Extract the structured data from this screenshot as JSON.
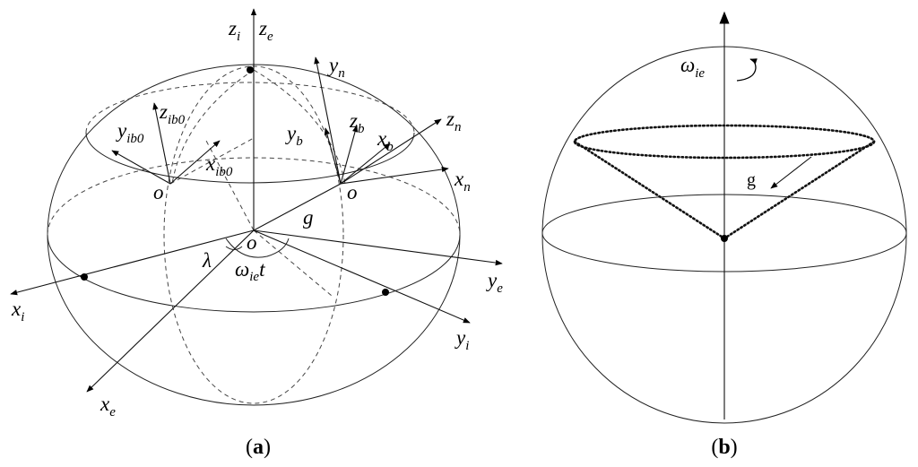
{
  "panel_a": {
    "caption": {
      "open": "(",
      "letter": "a",
      "close": ")"
    },
    "labels": {
      "zi": {
        "main": "z",
        "sub": "i"
      },
      "ze": {
        "main": "z",
        "sub": "e"
      },
      "yn": {
        "main": "y",
        "sub": "n"
      },
      "zib0": {
        "main": "z",
        "sub": "ib0"
      },
      "yib0": {
        "main": "y",
        "sub": "ib0"
      },
      "xib0": {
        "main": "x",
        "sub": "ib0"
      },
      "yb": {
        "main": "y",
        "sub": "b"
      },
      "zb": {
        "main": "z",
        "sub": "b"
      },
      "xb": {
        "main": "x",
        "sub": "b"
      },
      "zn": {
        "main": "z",
        "sub": "n"
      },
      "xn": {
        "main": "x",
        "sub": "n"
      },
      "o_left": "o",
      "o_right": "o",
      "o_center": "o",
      "g": "g",
      "lambda": "λ",
      "omega_t": {
        "main": "ω",
        "sub": "ie",
        "tail": "t"
      },
      "ye": {
        "main": "y",
        "sub": "e"
      },
      "xi": {
        "main": "x",
        "sub": "i"
      },
      "yi": {
        "main": "y",
        "sub": "i"
      },
      "xe": {
        "main": "x",
        "sub": "e"
      }
    }
  },
  "panel_b": {
    "caption": {
      "open": "(",
      "letter": "b",
      "close": ")"
    },
    "labels": {
      "omega": {
        "main": "ω",
        "sub": "ie"
      },
      "g": "g"
    }
  }
}
